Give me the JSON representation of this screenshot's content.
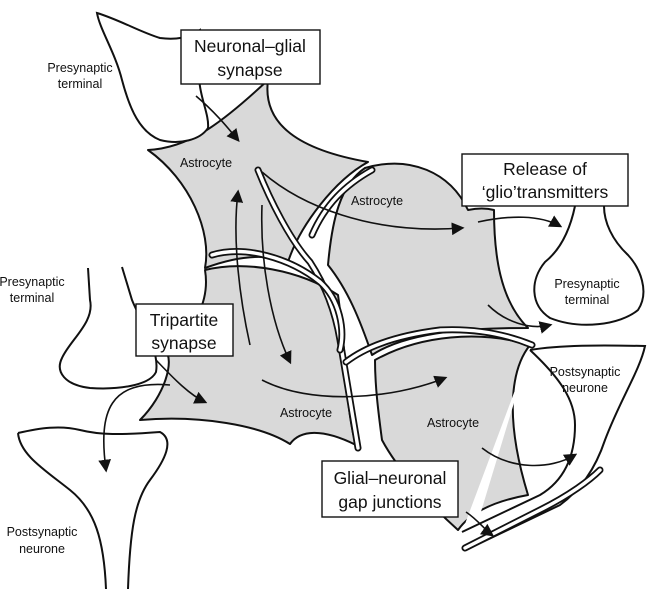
{
  "diagram": {
    "boxes": {
      "neuronal_glial": [
        "Neuronal–glial",
        "synapse"
      ],
      "release": [
        "Release of",
        "‘glio’transmitters"
      ],
      "tripartite": [
        "Tripartite",
        "synapse"
      ],
      "gap_junctions": [
        "Glial–neuronal",
        "gap junctions"
      ]
    },
    "labels": {
      "presynaptic_top_left": [
        "Presynaptic",
        "terminal"
      ],
      "presynaptic_mid_left": [
        "Presynaptic",
        "terminal"
      ],
      "postsynaptic_bottom_left": [
        "Postsynaptic",
        "neurone"
      ],
      "presynaptic_right": [
        "Presynaptic",
        "terminal"
      ],
      "postsynaptic_right": [
        "Postsynaptic",
        "neurone"
      ],
      "astrocyte_1": "Astrocyte",
      "astrocyte_2": "Astrocyte",
      "astrocyte_3": "Astrocyte",
      "astrocyte_4": "Astrocyte"
    }
  }
}
